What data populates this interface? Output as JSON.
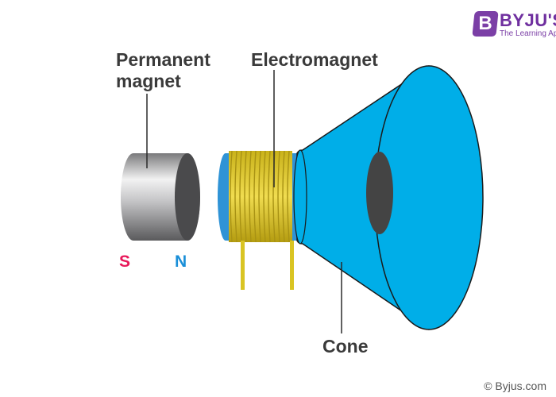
{
  "labels": {
    "permanent_magnet": "Permanent\nmagnet",
    "electromagnet": "Electromagnet",
    "cone": "Cone",
    "south": "S",
    "north": "N"
  },
  "logo": {
    "badge_letter": "B",
    "name": "BYJU'S",
    "tagline": "The Learning App"
  },
  "copyright": "© Byjus.com",
  "colors": {
    "cone": "#00aee8",
    "coil": "#d9c423",
    "magnet_face": "#4a4a4c",
    "south": "#e8195a",
    "north": "#1a8fd8",
    "logo": "#6f2f9f"
  }
}
